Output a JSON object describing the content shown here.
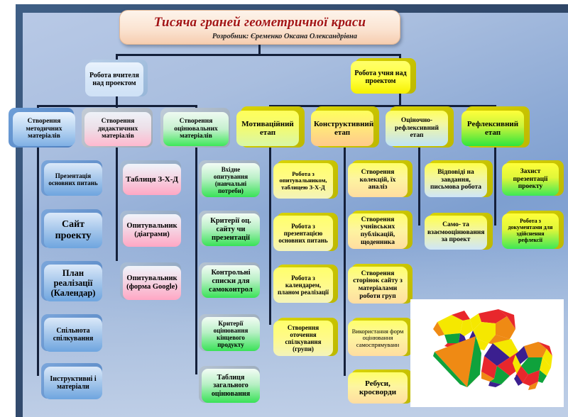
{
  "title": {
    "main": "Тисяча граней геометричної краси",
    "subtitle": "Розробник: Єременко Оксана Олександрівна"
  },
  "level2": [
    {
      "id": "teacher",
      "label": "Робота вчителя над проектом"
    },
    {
      "id": "student",
      "label": "Робота учня над проектом"
    }
  ],
  "level3": [
    {
      "id": "method",
      "label": "Створення методичних матеріалів"
    },
    {
      "id": "didactic",
      "label": "Створення дидактичних матеріалів"
    },
    {
      "id": "assessment",
      "label": "Створення оцінювальних матеріалів"
    },
    {
      "id": "motivation",
      "label": "Мотиваційний етап"
    },
    {
      "id": "constructive",
      "label": "Конструктивний етап"
    },
    {
      "id": "evaluative",
      "label": "Оціночно-рефлексивний етап"
    },
    {
      "id": "reflexive",
      "label": "Рефлексивний етап"
    }
  ],
  "columns": [
    {
      "id": "col-method",
      "parent": "method",
      "items": [
        "Презентація основних питань",
        "Сайт проекту",
        "План реалізації (Календар)",
        "Спільнота спілкування",
        "Інструктивні і матеріали"
      ]
    },
    {
      "id": "col-didactic",
      "parent": "didactic",
      "items": [
        "Таблиця З-Х-Д",
        "Опитувальник (діаграми)",
        "Опитувальник (форма Google)"
      ]
    },
    {
      "id": "col-assessment",
      "parent": "assessment",
      "items": [
        "Вхідне опитування (навчальні потреби)",
        "Критерії оц. сайту чи презентації",
        "Контрольні списки для самоконтрол",
        "Критерії оцінювання кінцевого продукту",
        "Таблиця загального оцінювання"
      ]
    },
    {
      "id": "col-motivation",
      "parent": "motivation",
      "items": [
        "Робота з опитувальником, таблицею З-Х-Д",
        "Робота з презентацією основних питань",
        "Робота з календарем, планом реалізації",
        "Створення оточення спілкування (групи)"
      ]
    },
    {
      "id": "col-constructive",
      "parent": "constructive",
      "items": [
        "Створення колекцій, їх аналіз",
        "Створення учнівських публікацій, щоденника",
        "Створення сторінок сайту з матеріалами роботи груп",
        "Використання форм оцінювання самоспрямуванн",
        "Ребуси, кросворди"
      ]
    },
    {
      "id": "col-evaluative",
      "parent": "evaluative",
      "items": [
        "Відповіді на завдання, письмова робота",
        "Само- та взаємооцінювання за проект"
      ]
    },
    {
      "id": "col-reflexive",
      "parent": "reflexive",
      "items": [
        "Захист презентації проекту",
        "Робота з документами для здійснення рефлексії"
      ]
    }
  ],
  "picture": {
    "name": "polyhedra-illustration"
  },
  "colors": {
    "title_text": "#a31515",
    "yellow": "#ffff3a",
    "green": "#39e257",
    "pink": "#ffa7c4",
    "blue": "#6ea5df",
    "panel_dark": "#31496b"
  }
}
